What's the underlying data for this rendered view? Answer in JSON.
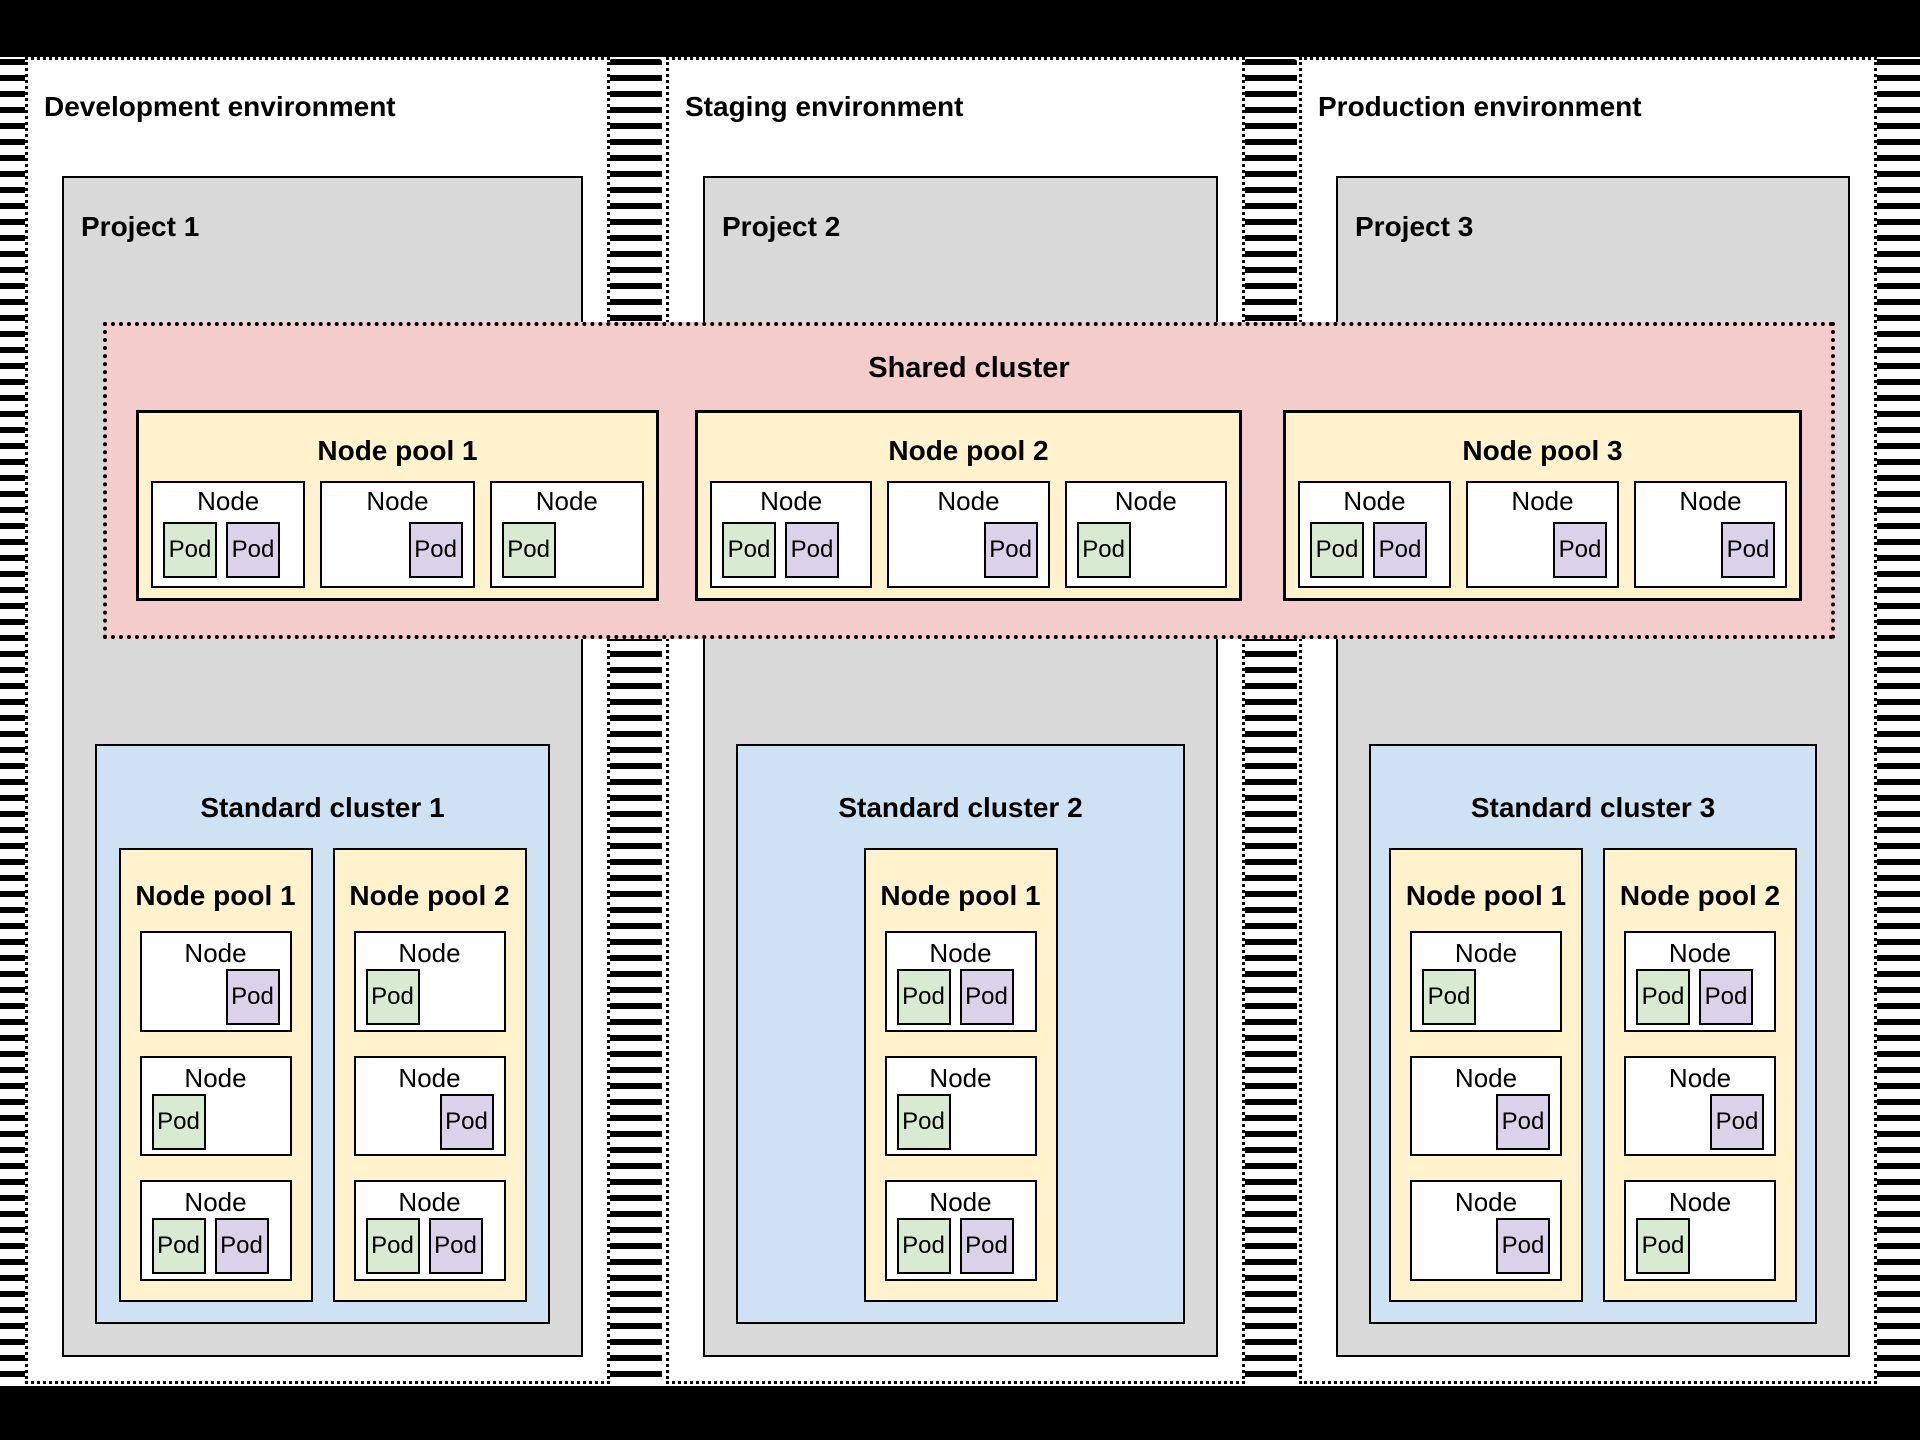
{
  "colors": {
    "background": "#ffffff",
    "frame": "#000000",
    "project_fill": "#d9d9d9",
    "shared_cluster_fill": "#f4cccc",
    "node_pool_fill": "#fff2cc",
    "standard_cluster_fill": "#cfe2f3",
    "pod_green": "#d9ead3",
    "pod_purple": "#d9d2e9"
  },
  "environments": [
    {
      "title": "Development environment",
      "project": {
        "label": "Project 1",
        "cluster": {
          "title": "Standard cluster 1",
          "pools": [
            {
              "label": "Node pool 1",
              "nodes": [
                {
                  "label": "Node",
                  "align": "right",
                  "pods": [
                    {
                      "label": "Pod",
                      "color": "purple"
                    }
                  ]
                },
                {
                  "label": "Node",
                  "align": "left",
                  "pods": [
                    {
                      "label": "Pod",
                      "color": "green"
                    }
                  ]
                },
                {
                  "label": "Node",
                  "align": "left",
                  "pods": [
                    {
                      "label": "Pod",
                      "color": "green"
                    },
                    {
                      "label": "Pod",
                      "color": "purple"
                    }
                  ]
                }
              ]
            },
            {
              "label": "Node pool 2",
              "nodes": [
                {
                  "label": "Node",
                  "align": "left",
                  "pods": [
                    {
                      "label": "Pod",
                      "color": "green"
                    }
                  ]
                },
                {
                  "label": "Node",
                  "align": "right",
                  "pods": [
                    {
                      "label": "Pod",
                      "color": "purple"
                    }
                  ]
                },
                {
                  "label": "Node",
                  "align": "left",
                  "pods": [
                    {
                      "label": "Pod",
                      "color": "green"
                    },
                    {
                      "label": "Pod",
                      "color": "purple"
                    }
                  ]
                }
              ]
            }
          ]
        }
      }
    },
    {
      "title": "Staging environment",
      "project": {
        "label": "Project 2",
        "cluster": {
          "title": "Standard cluster 2",
          "pools": [
            {
              "label": "Node pool 1",
              "nodes": [
                {
                  "label": "Node",
                  "align": "left",
                  "pods": [
                    {
                      "label": "Pod",
                      "color": "green"
                    },
                    {
                      "label": "Pod",
                      "color": "purple"
                    }
                  ]
                },
                {
                  "label": "Node",
                  "align": "left",
                  "pods": [
                    {
                      "label": "Pod",
                      "color": "green"
                    }
                  ]
                },
                {
                  "label": "Node",
                  "align": "left",
                  "pods": [
                    {
                      "label": "Pod",
                      "color": "green"
                    },
                    {
                      "label": "Pod",
                      "color": "purple"
                    }
                  ]
                }
              ]
            }
          ]
        }
      }
    },
    {
      "title": "Production environment",
      "project": {
        "label": "Project 3",
        "cluster": {
          "title": "Standard cluster 3",
          "pools": [
            {
              "label": "Node pool 1",
              "nodes": [
                {
                  "label": "Node",
                  "align": "left",
                  "pods": [
                    {
                      "label": "Pod",
                      "color": "green"
                    }
                  ]
                },
                {
                  "label": "Node",
                  "align": "right",
                  "pods": [
                    {
                      "label": "Pod",
                      "color": "purple"
                    }
                  ]
                },
                {
                  "label": "Node",
                  "align": "right",
                  "pods": [
                    {
                      "label": "Pod",
                      "color": "purple"
                    }
                  ]
                }
              ]
            },
            {
              "label": "Node pool 2",
              "nodes": [
                {
                  "label": "Node",
                  "align": "left",
                  "pods": [
                    {
                      "label": "Pod",
                      "color": "green"
                    },
                    {
                      "label": "Pod",
                      "color": "purple"
                    }
                  ]
                },
                {
                  "label": "Node",
                  "align": "right",
                  "pods": [
                    {
                      "label": "Pod",
                      "color": "purple"
                    }
                  ]
                },
                {
                  "label": "Node",
                  "align": "left",
                  "pods": [
                    {
                      "label": "Pod",
                      "color": "green"
                    }
                  ]
                }
              ]
            }
          ]
        }
      }
    }
  ],
  "shared_cluster": {
    "title": "Shared cluster",
    "pools": [
      {
        "label": "Node pool 1",
        "nodes": [
          {
            "label": "Node",
            "align": "left",
            "pods": [
              {
                "label": "Pod",
                "color": "green"
              },
              {
                "label": "Pod",
                "color": "purple"
              }
            ]
          },
          {
            "label": "Node",
            "align": "right",
            "pods": [
              {
                "label": "Pod",
                "color": "purple"
              }
            ]
          },
          {
            "label": "Node",
            "align": "left",
            "pods": [
              {
                "label": "Pod",
                "color": "green"
              }
            ]
          }
        ]
      },
      {
        "label": "Node pool 2",
        "nodes": [
          {
            "label": "Node",
            "align": "left",
            "pods": [
              {
                "label": "Pod",
                "color": "green"
              },
              {
                "label": "Pod",
                "color": "purple"
              }
            ]
          },
          {
            "label": "Node",
            "align": "right",
            "pods": [
              {
                "label": "Pod",
                "color": "purple"
              }
            ]
          },
          {
            "label": "Node",
            "align": "left",
            "pods": [
              {
                "label": "Pod",
                "color": "green"
              }
            ]
          }
        ]
      },
      {
        "label": "Node pool 3",
        "nodes": [
          {
            "label": "Node",
            "align": "left",
            "pods": [
              {
                "label": "Pod",
                "color": "green"
              },
              {
                "label": "Pod",
                "color": "purple"
              }
            ]
          },
          {
            "label": "Node",
            "align": "right",
            "pods": [
              {
                "label": "Pod",
                "color": "purple"
              }
            ]
          },
          {
            "label": "Node",
            "align": "right",
            "pods": [
              {
                "label": "Pod",
                "color": "purple"
              }
            ]
          }
        ]
      }
    ]
  }
}
